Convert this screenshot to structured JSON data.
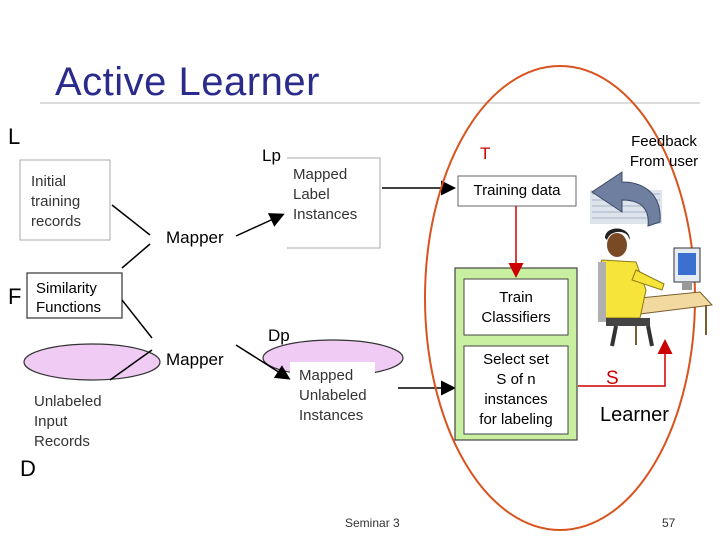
{
  "slide": {
    "title": "Active Learner",
    "footer_center": "Seminar 3",
    "footer_page": "57"
  },
  "diagram": {
    "letter_L": "L",
    "letter_F": "F",
    "letter_D": "D",
    "label_Lp": "Lp",
    "label_Dp": "Dp",
    "label_T": "T",
    "label_S": "S",
    "initial_records": [
      "Initial",
      "training",
      "records"
    ],
    "mapped_label": [
      "Mapped",
      "Label",
      "Instances"
    ],
    "mapper_top": "Mapper",
    "mapper_bottom": "Mapper",
    "similarity": [
      "Similarity",
      "Functions"
    ],
    "unlabeled_input": [
      "Unlabeled",
      "Input",
      "Records"
    ],
    "mapped_unlabeled": [
      "Mapped",
      "Unlabeled",
      "Instances"
    ],
    "training_data": "Training data",
    "train_classifiers": [
      "Train",
      "Classifiers"
    ],
    "select_set": [
      "Select set",
      "S of n",
      "instances",
      "for labeling"
    ],
    "feedback": [
      "Feedback",
      "From user"
    ],
    "learner": "Learner"
  },
  "colors": {
    "title": "#2b2b8c",
    "ellipse": "#d9531e",
    "arrow_red": "#cc0000",
    "green_fill": "#c8f0a0",
    "pink_fill": "#f0ccf5"
  }
}
